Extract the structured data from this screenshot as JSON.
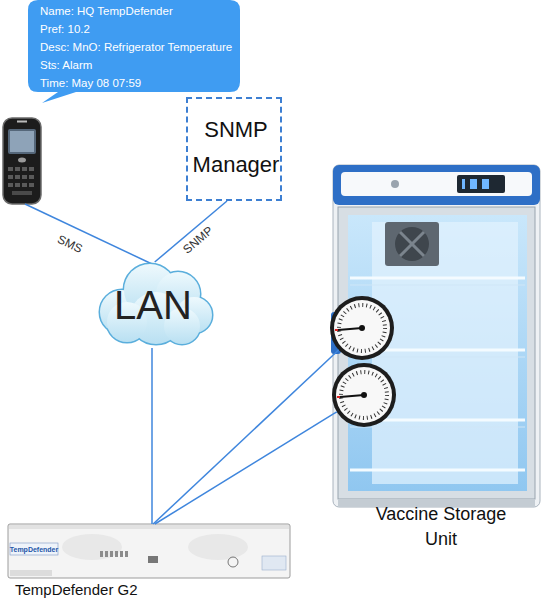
{
  "diagram": {
    "nodes": [
      {
        "text": [
          "Name: HQ TempDefender",
          "Pref: 10.2",
          "Desc: MnO: Refrigerator Temperature",
          "Sts: Alarm",
          "Time: May 08 07:59"
        ]
      },
      {
        "text": [
          "SNMP Manager"
        ]
      },
      {
        "text": [
          "LAN"
        ]
      },
      {
        "text": [
          "Vaccine Storage Unit"
        ]
      },
      {
        "text": [
          "TempDefender G2"
        ]
      }
    ],
    "edges": [
      {
        "from": 2,
        "to": 1,
        "arrow": "none",
        "label": "SNMP"
      },
      {
        "from": 2,
        "to": 4,
        "arrow": "none"
      },
      {
        "from": 4,
        "to": 3,
        "arrow": "none"
      },
      {
        "from": 4,
        "to": 3,
        "arrow": "none"
      }
    ],
    "labels": [
      "SMS",
      "TempDefender"
    ]
  }
}
